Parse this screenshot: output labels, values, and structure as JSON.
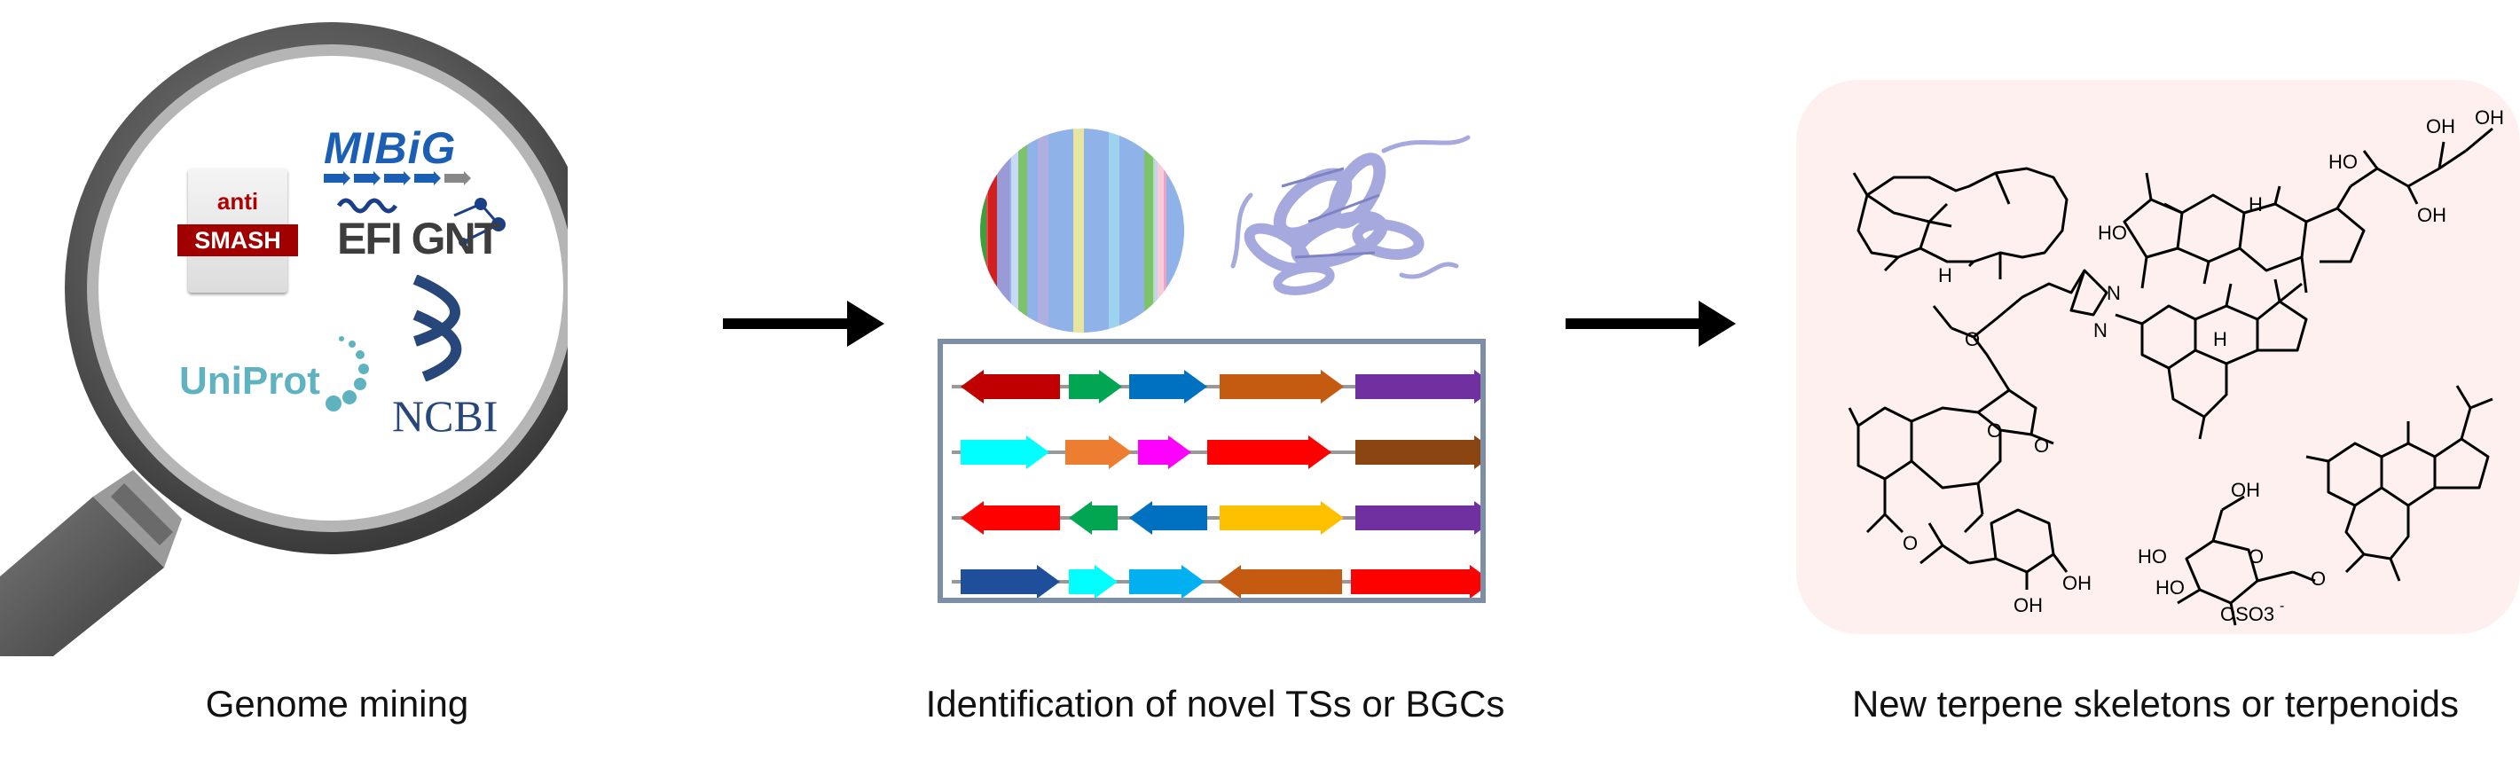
{
  "captions": {
    "left": "Genome mining",
    "middle": "Identification of novel TSs or BGCs",
    "right": "New terpene skeletons or terpenoids"
  },
  "logos": {
    "antismash_top": "anti",
    "antismash_bottom": "SMASH",
    "mibig": "MIBiG",
    "efi_gnt": "EFI GNT",
    "uniprot": "UniProt",
    "ncbi": "NCBI"
  },
  "chem_labels": {
    "h1": "H",
    "h2": "H",
    "oh_a": "OH",
    "oh_b": "OH",
    "ho_c": "HO",
    "oh_d": "OH",
    "ho_e": "HO",
    "o_ester": "O",
    "o_ring": "O",
    "o_methoxy": "O",
    "n1": "N",
    "n2": "N",
    "h3": "H",
    "o_acetyl": "O",
    "oh_f": "OH",
    "oh_g": "OH",
    "oh_h": "OH",
    "ho_i": "HO",
    "ho_j": "HO",
    "o_glyc": "O",
    "oso3": "OSO3",
    "oso3_charge": "-",
    "o_sugar": "O"
  },
  "colors": {
    "arrow": "#000000",
    "panel_bg": "#fdf0ee",
    "magnifier_frame": "#5a5a5a",
    "gene_box_border": "#7d8fa6"
  },
  "gene_clusters": [
    [
      {
        "dir": "left",
        "color": "#c00000"
      },
      {
        "dir": "right",
        "color": "#00a651"
      },
      {
        "dir": "right",
        "color": "#0070c0"
      },
      {
        "dir": "right",
        "color": "#c55a11"
      },
      {
        "dir": "right",
        "color": "#7030a0"
      }
    ],
    [
      {
        "dir": "right",
        "color": "#00ffff"
      },
      {
        "dir": "right",
        "color": "#ed7d31"
      },
      {
        "dir": "right",
        "color": "#ff00ff"
      },
      {
        "dir": "right",
        "color": "#ff0000"
      },
      {
        "dir": "right",
        "color": "#8b4513"
      }
    ],
    [
      {
        "dir": "left",
        "color": "#ff0000"
      },
      {
        "dir": "left",
        "color": "#00a651"
      },
      {
        "dir": "left",
        "color": "#0070c0"
      },
      {
        "dir": "right",
        "color": "#ffc000"
      },
      {
        "dir": "right",
        "color": "#7030a0"
      }
    ],
    [
      {
        "dir": "right",
        "color": "#1f4e9a"
      },
      {
        "dir": "right",
        "color": "#00ffff"
      },
      {
        "dir": "right",
        "color": "#00b0f0"
      },
      {
        "dir": "left",
        "color": "#c55a11"
      },
      {
        "dir": "right",
        "color": "#ff0000"
      }
    ]
  ]
}
